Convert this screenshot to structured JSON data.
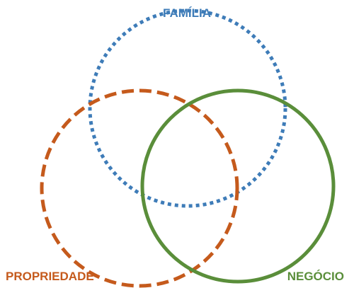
{
  "diagram": {
    "type": "venn",
    "sets": [
      {
        "id": "familia",
        "label": "FAMÍLIA",
        "color": "#3E7CB8",
        "line_style": "dotted"
      },
      {
        "id": "propriedade",
        "label": "PROPRIEDADE",
        "color": "#C55A1C",
        "line_style": "dashed"
      },
      {
        "id": "negocio",
        "label": "NEGÓCIO",
        "color": "#5A8E3A",
        "line_style": "solid"
      }
    ]
  }
}
